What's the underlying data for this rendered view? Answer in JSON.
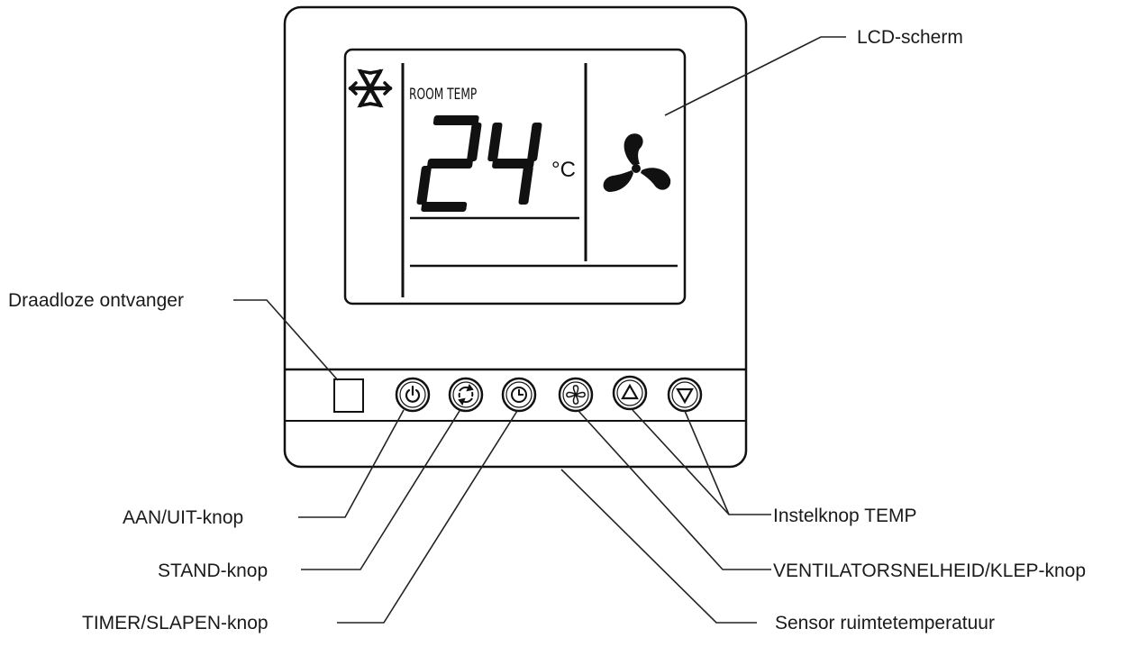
{
  "display": {
    "mode_label": "ROOM TEMP",
    "temperature": "24",
    "unit": "°C"
  },
  "callouts": {
    "lcd_screen": "LCD-scherm",
    "wireless_receiver": "Draadloze ontvanger",
    "power_button": "AAN/UIT-knop",
    "mode_button": "STAND-knop",
    "timer_button": "TIMER/SLAPEN-knop",
    "temp_buttons": "Instelknop TEMP",
    "fan_button": "VENTILATORSNELHEID/KLEP-knop",
    "room_sensor": "Sensor ruimtetemperatuur"
  },
  "icons": {
    "mode_indicator": "snowflake-icon",
    "fan_indicator": "fan-icon",
    "power_button": "power-icon",
    "mode_button": "mode-cycle-icon",
    "timer_button": "clock-icon",
    "fan_button": "fan-icon",
    "temp_up_button": "triangle-up-icon",
    "temp_down_button": "triangle-down-icon"
  }
}
